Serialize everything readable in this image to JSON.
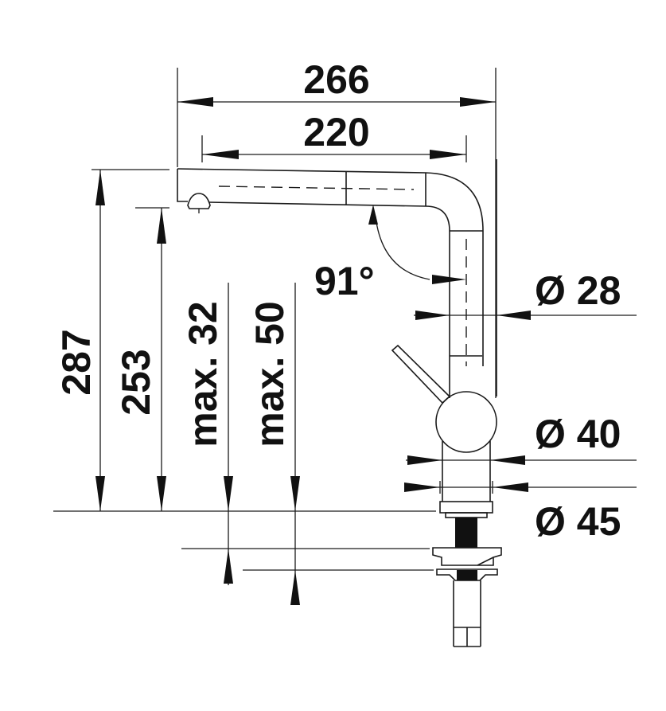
{
  "drawing": {
    "title": "Kitchen faucet dimension drawing",
    "units": "mm",
    "colors": {
      "line": "#1a1a1a",
      "background": "#ffffff"
    },
    "dimensions": {
      "overall_reach": "266",
      "spout_reach": "220",
      "overall_height": "287",
      "outlet_height": "253",
      "max_countertop_32": "max. 32",
      "max_countertop_50": "max. 50",
      "swivel_angle": "91°",
      "spout_diameter": "Ø 28",
      "body_diameter": "Ø 40",
      "base_diameter": "Ø 45"
    }
  }
}
